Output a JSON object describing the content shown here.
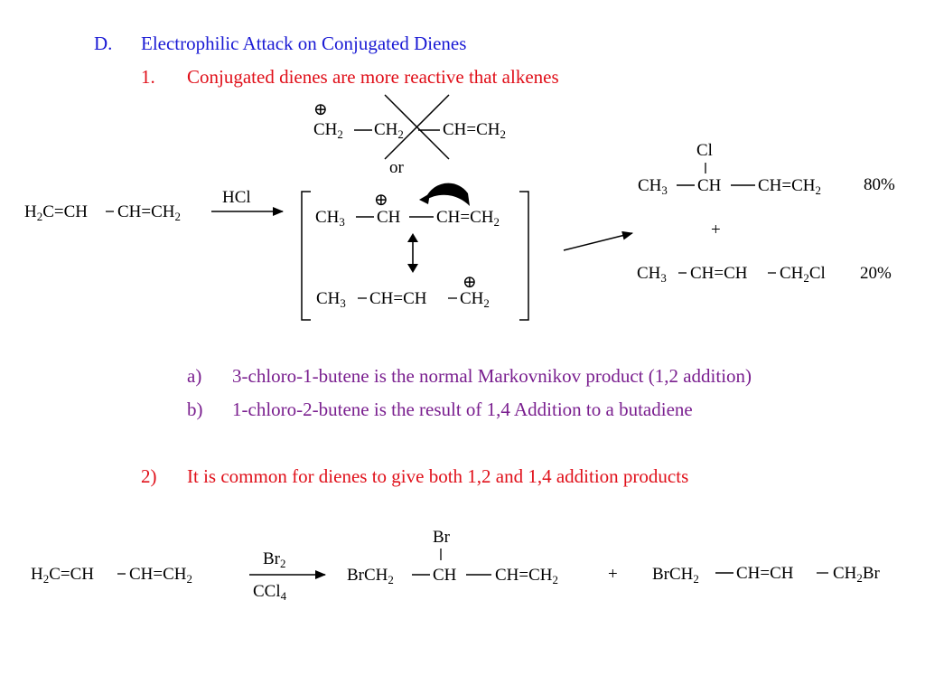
{
  "heading": {
    "marker": "D.",
    "text": "Electrophilic Attack on Conjugated Dienes"
  },
  "point1": {
    "marker": "1.",
    "text": "Conjugated dienes are more reactive that alkenes"
  },
  "reaction1": {
    "crossed_cation": {
      "c1": "CH",
      "c1_sub": "2",
      "c2": "CH",
      "c2_sub": "2",
      "c3": "CH=CH",
      "c3_sub": "2",
      "charge": "⊕"
    },
    "or_label": "or",
    "reactant": {
      "a": "H",
      "a_sub": "2",
      "b": "C=CH",
      "c": "CH=CH",
      "c_sub": "2"
    },
    "reagent": "HCl",
    "res1": {
      "a": "CH",
      "a_sub": "3",
      "b": "CH",
      "c": "CH=CH",
      "c_sub": "2",
      "charge": "⊕"
    },
    "res2": {
      "a": "CH",
      "a_sub": "3",
      "b": "CH=CH",
      "c": "CH",
      "c_sub": "2",
      "charge": "⊕"
    },
    "prod1": {
      "sub_atom": "Cl",
      "a": "CH",
      "a_sub": "3",
      "b": "CH",
      "c": "CH=CH",
      "c_sub": "2",
      "yield": "80%"
    },
    "plus": "+",
    "prod2": {
      "a": "CH",
      "a_sub": "3",
      "b": "CH=CH",
      "c": "CH",
      "c_sub": "2",
      "c_tail": "Cl",
      "yield": "20%"
    }
  },
  "notes": [
    {
      "marker": "a)",
      "text": "3-chloro-1-butene is the normal Markovnikov product (1,2 addition)"
    },
    {
      "marker": "b)",
      "text": "1-chloro-2-butene is the result of 1,4 Addition to a butadiene"
    }
  ],
  "point2": {
    "marker": "2)",
    "text": "It is common for dienes to give both 1,2 and 1,4 addition products"
  },
  "reaction2": {
    "reactant": {
      "a": "H",
      "a_sub": "2",
      "b": "C=CH",
      "c": "CH=CH",
      "c_sub": "2"
    },
    "reagent_top": "Br",
    "reagent_top_sub": "2",
    "reagent_bottom": "CCl",
    "reagent_bottom_sub": "4",
    "prod1": {
      "sub_atom": "Br",
      "a": "BrCH",
      "a_sub": "2",
      "b": "CH",
      "c": "CH=CH",
      "c_sub": "2"
    },
    "plus": "+",
    "prod2": {
      "a": "BrCH",
      "a_sub": "2",
      "b": "CH=CH",
      "c": "CH",
      "c_sub": "2",
      "c_tail": "Br"
    }
  },
  "colors": {
    "heading": "#1a1ad4",
    "emphasis": "#e0101a",
    "notes": "#7a1f8f"
  }
}
